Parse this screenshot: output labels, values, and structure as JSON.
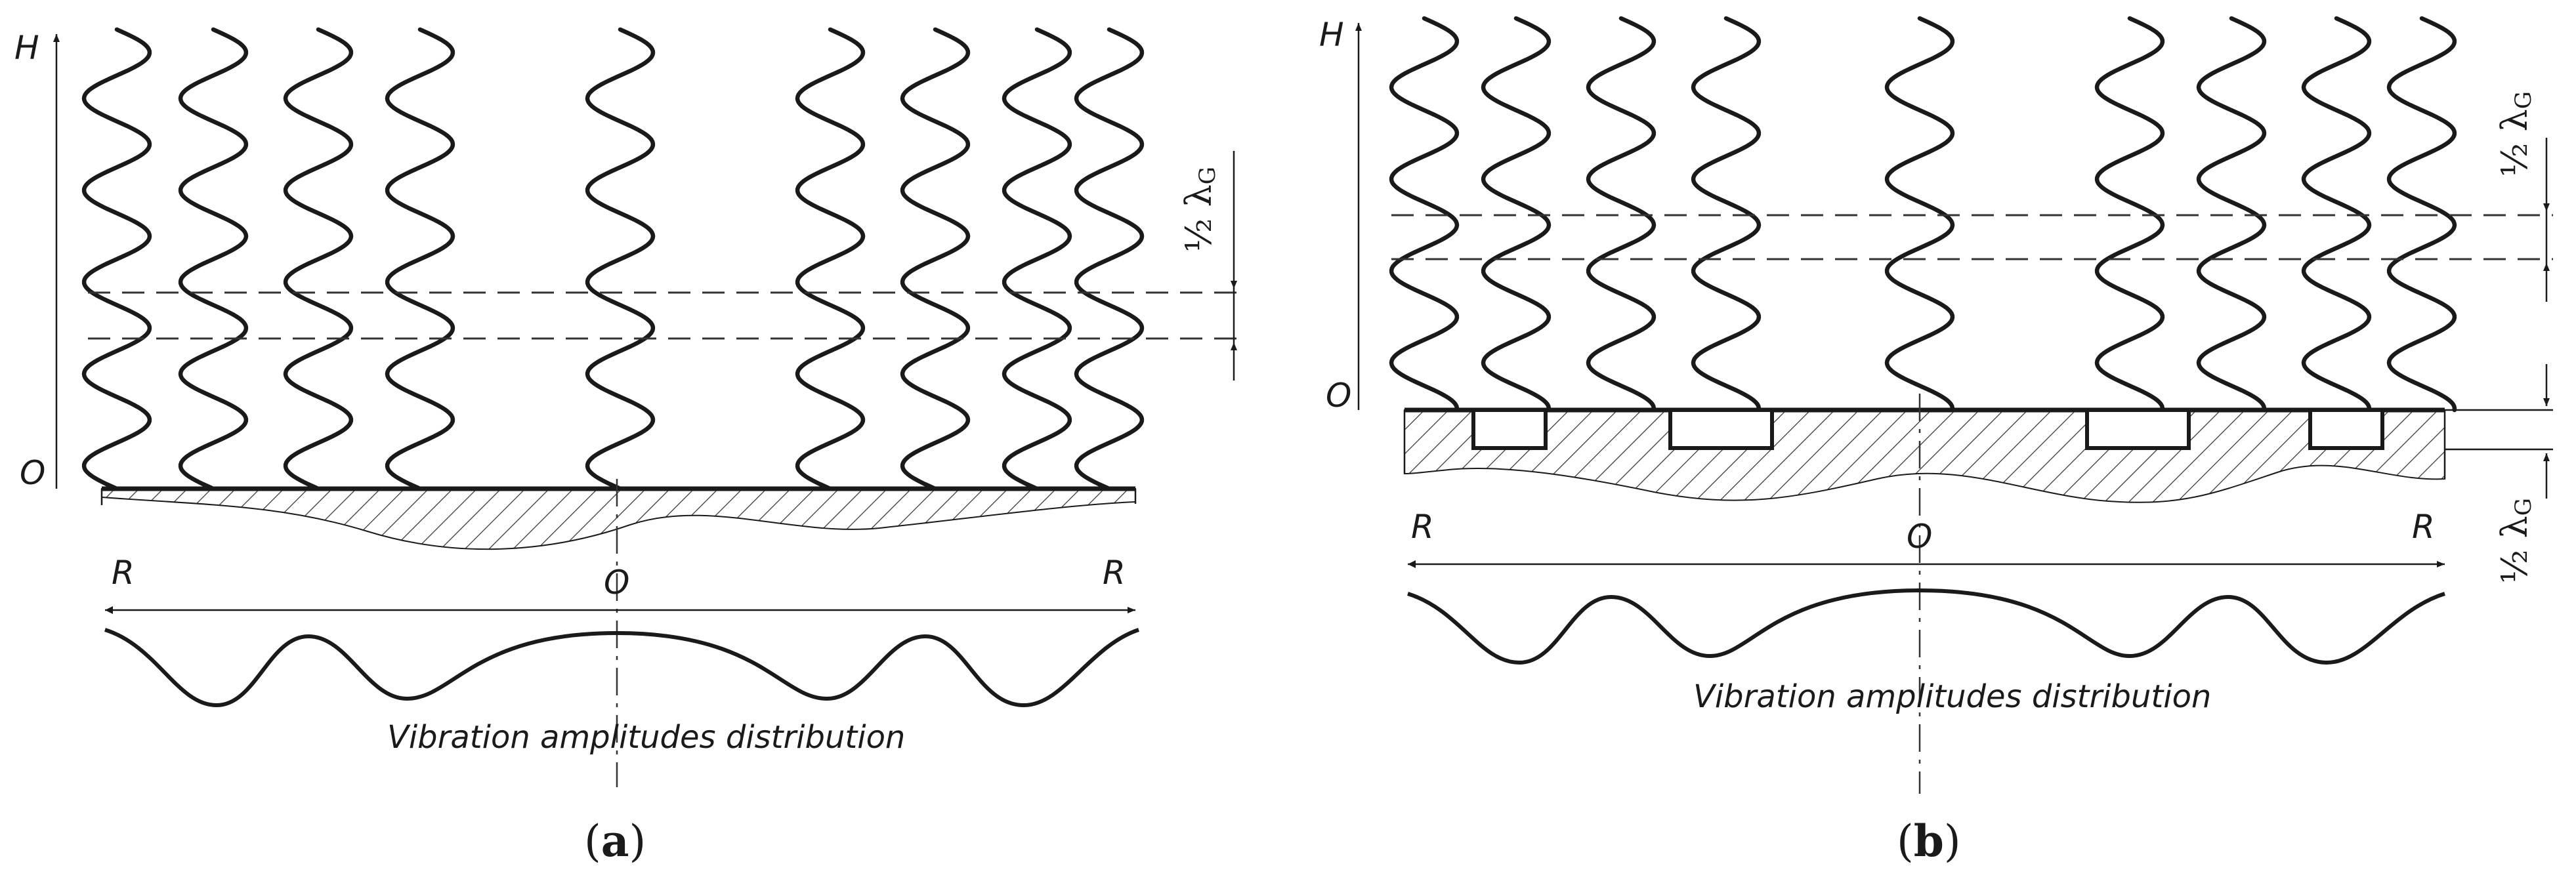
{
  "panel_a": {
    "caption_letter": "a",
    "label_h": "H",
    "label_origin": "O",
    "label_r_left": "R",
    "label_r_right": "R",
    "label_center": "O",
    "half_wavelength": "½ λ",
    "half_wavelength_sub": "G",
    "distribution_text": "Vibration amplitudes distribution"
  },
  "panel_b": {
    "caption_letter": "b",
    "label_h": "H",
    "label_origin": "O",
    "label_r_left": "R",
    "label_r_right": "R",
    "label_center": "O",
    "half_wavelength_top": "½ λ",
    "half_wavelength_top_sub": "G",
    "half_wavelength_bottom": "½ λ",
    "half_wavelength_bottom_sub": "G",
    "distribution_text": "Vibration amplitudes distribution"
  },
  "colors": {
    "ink": "#1a1a1a",
    "background": "#ffffff"
  }
}
